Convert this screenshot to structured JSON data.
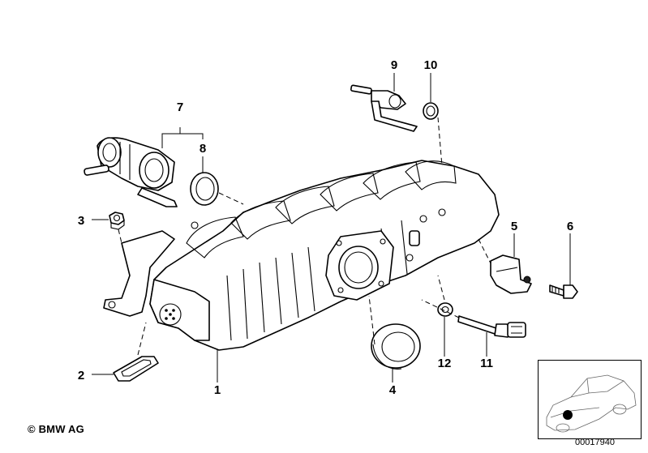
{
  "callouts": [
    {
      "id": "1",
      "label": "1"
    },
    {
      "id": "2",
      "label": "2"
    },
    {
      "id": "3",
      "label": "3"
    },
    {
      "id": "4",
      "label": "4"
    },
    {
      "id": "5",
      "label": "5"
    },
    {
      "id": "6",
      "label": "6"
    },
    {
      "id": "7",
      "label": "7"
    },
    {
      "id": "8",
      "label": "8"
    },
    {
      "id": "9",
      "label": "9"
    },
    {
      "id": "10",
      "label": "10"
    },
    {
      "id": "11",
      "label": "11"
    },
    {
      "id": "12",
      "label": "12"
    }
  ],
  "footer": {
    "copyright": "© BMW AG",
    "image_number": "00017940"
  }
}
